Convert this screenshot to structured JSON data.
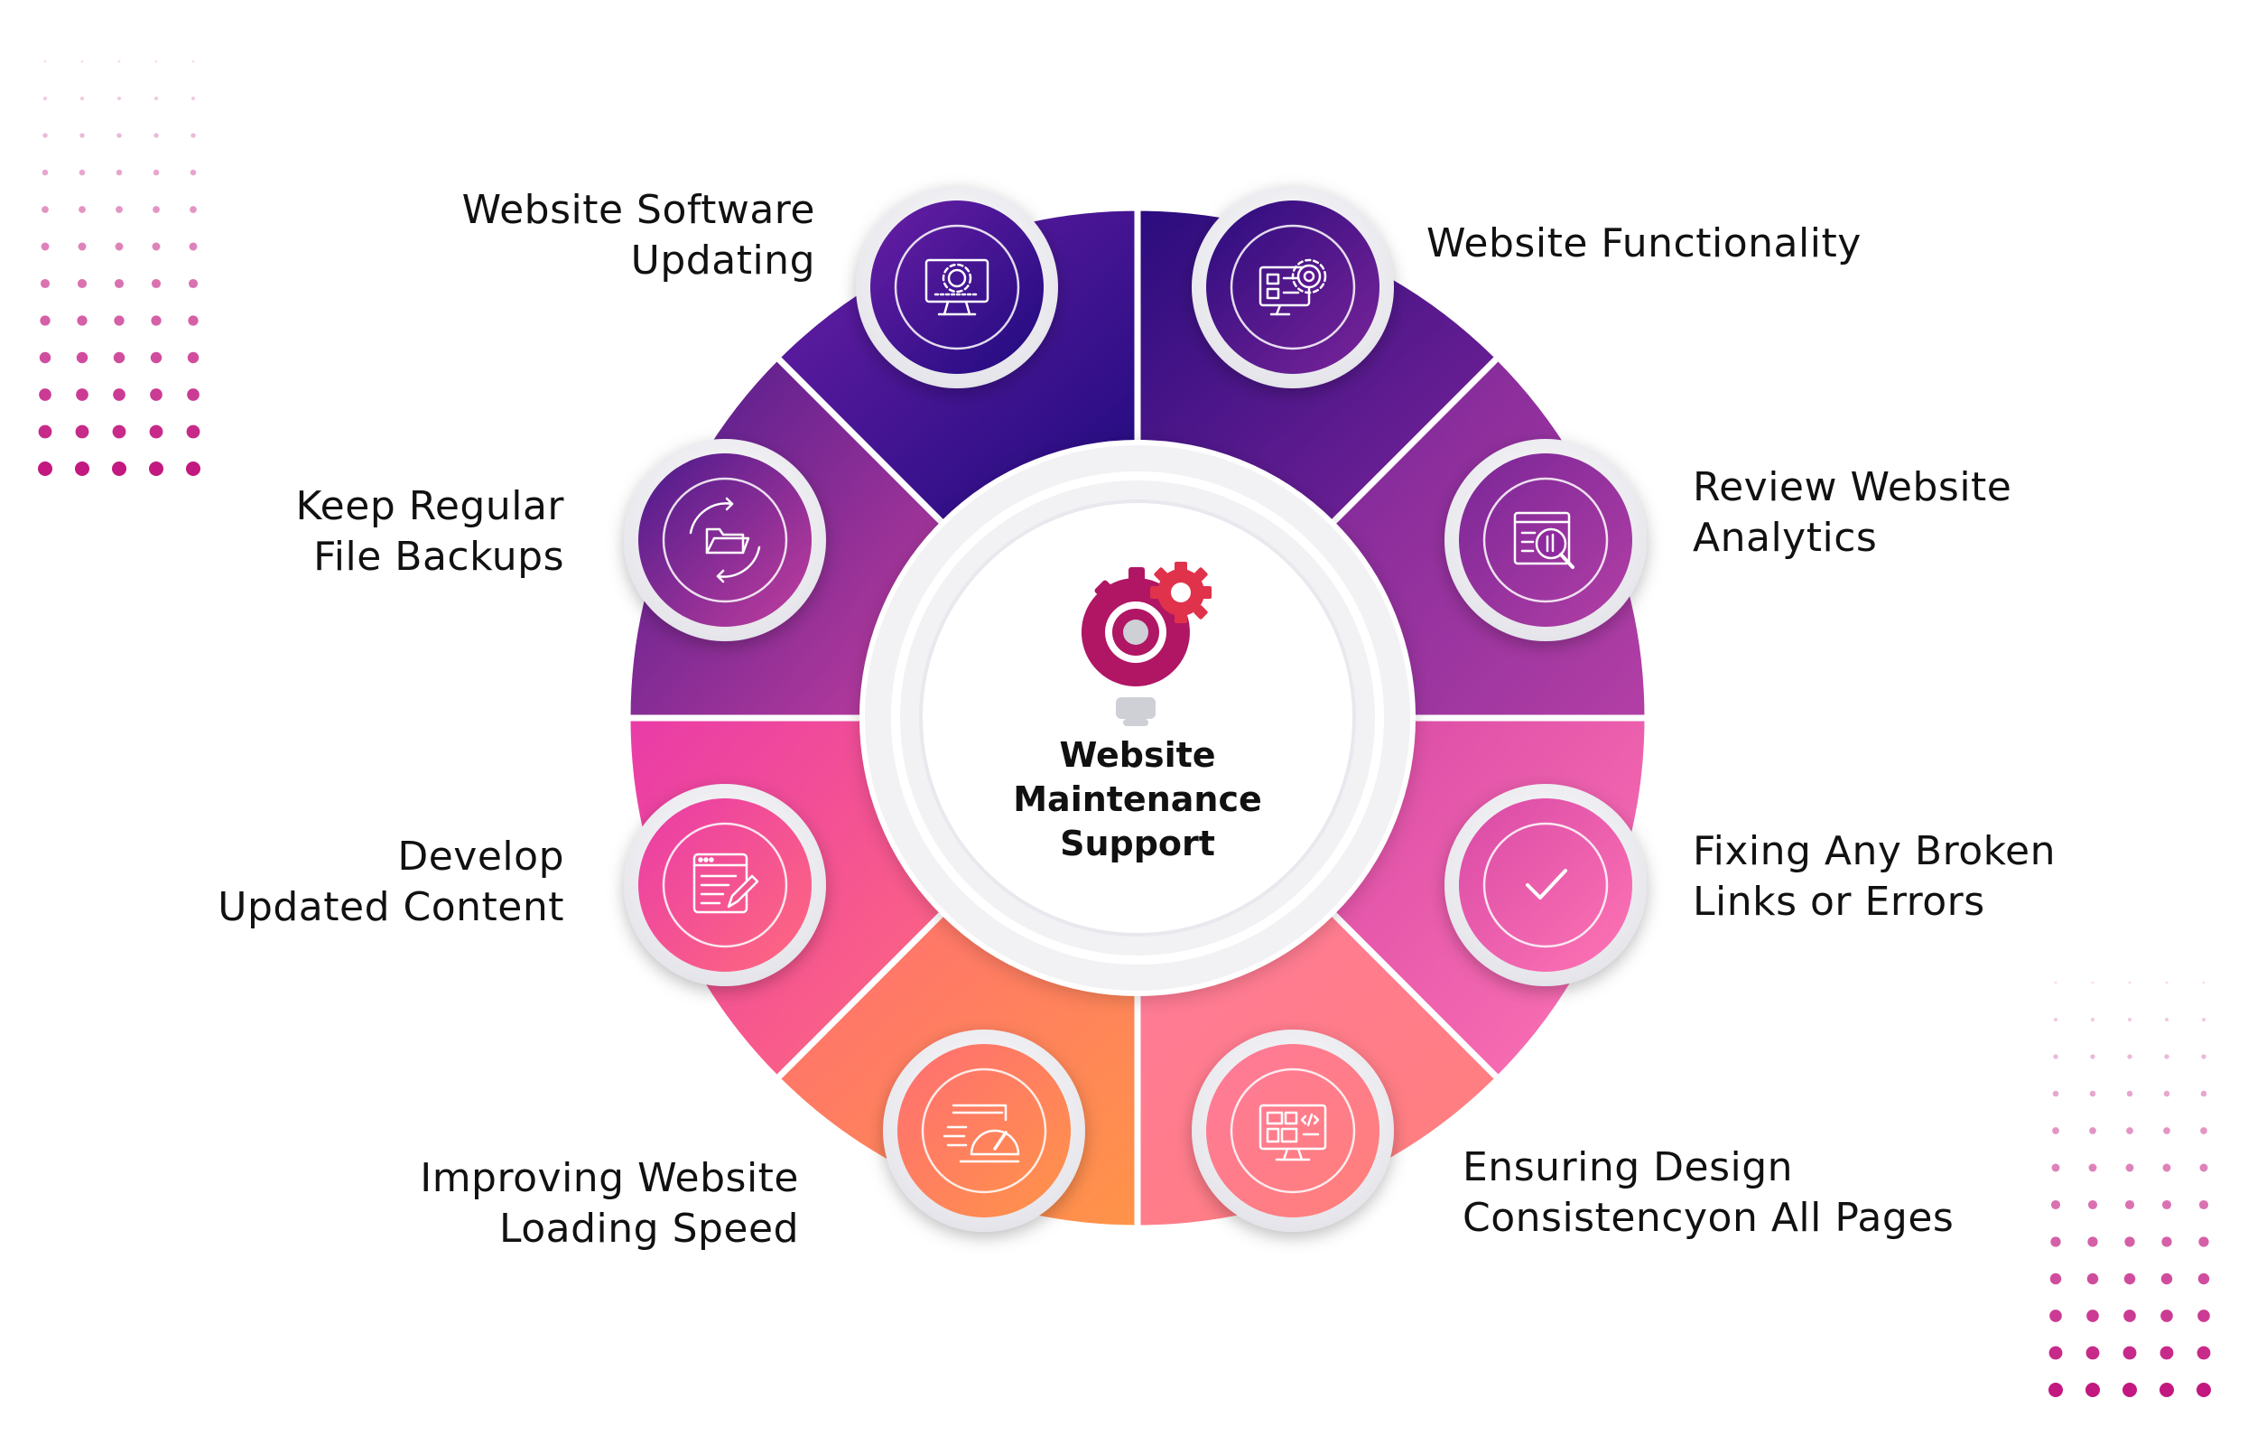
{
  "center": {
    "title_lines": [
      "Website",
      "Maintenance",
      "Support"
    ],
    "icon": "lightbulb-gears-icon"
  },
  "steps": [
    {
      "id": "software",
      "lines": [
        "Website Software",
        "Updating"
      ],
      "icon": "monitor-gear-icon",
      "color": "#2A1383"
    },
    {
      "id": "functionality",
      "lines": [
        "Website Functionality"
      ],
      "icon": "layout-gear-icon",
      "color": "#5A1690"
    },
    {
      "id": "analytics",
      "lines": [
        "Review Website",
        "Analytics"
      ],
      "icon": "analytics-search-icon",
      "color": "#8E2A9E"
    },
    {
      "id": "broken-links",
      "lines": [
        "Fixing Any Broken",
        "Links or Errors"
      ],
      "icon": "checkmark-icon",
      "color": "#E24FA6"
    },
    {
      "id": "design",
      "lines": [
        "Ensuring Design",
        "Consistencyon All Pages"
      ],
      "icon": "monitor-code-icon",
      "color": "#FF7A86"
    },
    {
      "id": "speed",
      "lines": [
        "Improving Website",
        "Loading Speed"
      ],
      "icon": "speedometer-icon",
      "color": "#FF7F56"
    },
    {
      "id": "content",
      "lines": [
        "Develop",
        "Updated Content"
      ],
      "icon": "edit-document-icon",
      "color": "#F0568F"
    },
    {
      "id": "backups",
      "lines": [
        "Keep Regular",
        "File Backups"
      ],
      "icon": "folder-sync-icon",
      "color": "#A63FA3"
    }
  ]
}
